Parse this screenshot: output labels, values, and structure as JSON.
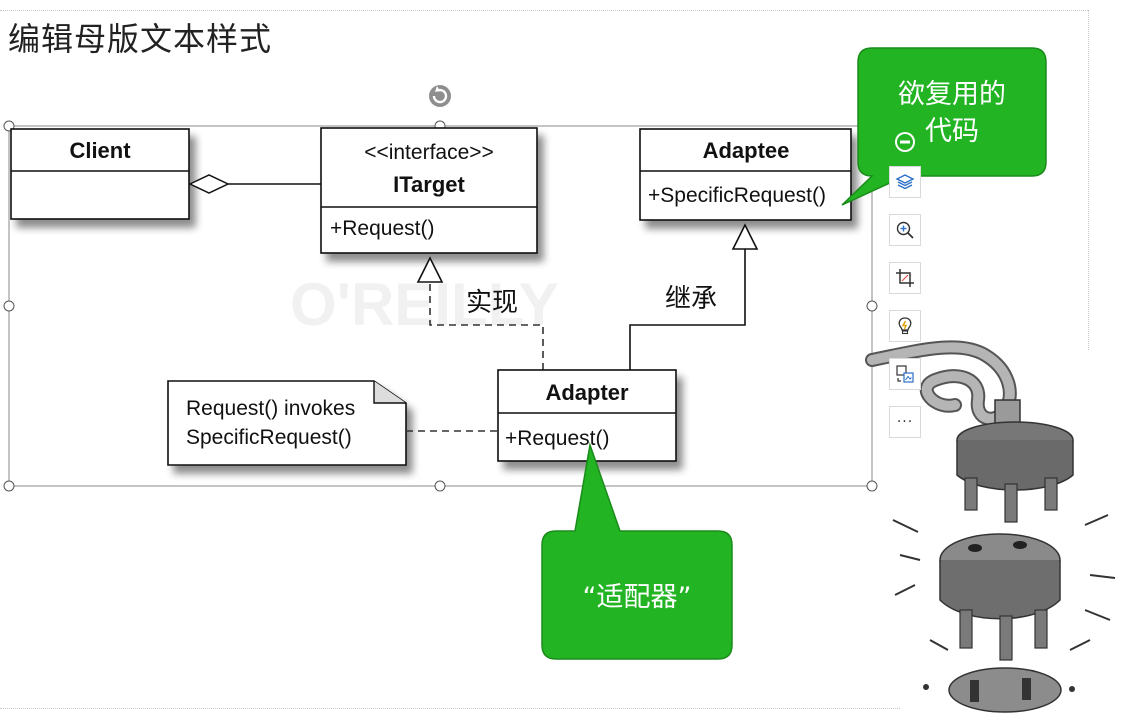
{
  "master_title": "编辑母版文本样式",
  "uml": {
    "client": {
      "name": "Client"
    },
    "itarget": {
      "stereotype": "<<interface>>",
      "name": "ITarget",
      "method": "+Request()"
    },
    "adaptee": {
      "name": "Adaptee",
      "method": "+SpecificRequest()"
    },
    "adapter": {
      "name": "Adapter",
      "method": "+Request()"
    },
    "note": {
      "line1": "Request() invokes",
      "line2": "SpecificRequest()"
    }
  },
  "labels": {
    "implements": "实现",
    "inherits": "继承"
  },
  "callouts": {
    "reuse_line1": "欲复用的",
    "reuse_line2": "代码",
    "adapter": "“适配器”"
  },
  "toolbar": {
    "items": [
      {
        "icon": "layers-icon"
      },
      {
        "icon": "zoom-in-icon"
      },
      {
        "icon": "crop-icon"
      },
      {
        "icon": "lightbulb-icon"
      },
      {
        "icon": "swap-picture-icon"
      },
      {
        "icon": "more-icon",
        "label": "···"
      }
    ]
  },
  "colors": {
    "callout_green": "#22b423",
    "callout_border": "#1a8c1a"
  }
}
